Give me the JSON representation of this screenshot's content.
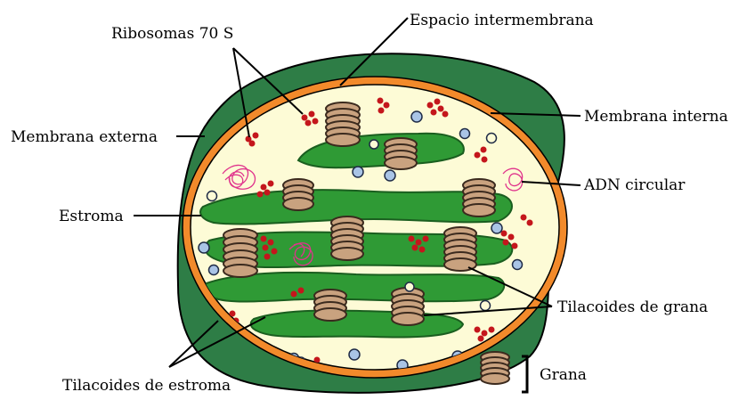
{
  "labels": {
    "ribosomas": "Ribosomas 70 S",
    "espacio_intermembrana": "Espacio intermembrana",
    "membrana_interna": "Membrana interna",
    "membrana_externa": "Membrana externa",
    "adn_circular": "ADN circular",
    "estroma": "Estroma",
    "tilacoides_grana": "Tilacoides de grana",
    "tilacoides_estroma": "Tilacoides de estroma",
    "grana_legend": "Grana"
  },
  "colors": {
    "outer_membrane": "#2e7d46",
    "intermembrane_orange": "#f28a2b",
    "stroma": "#fdfbd6",
    "thylakoid": "#2f9a35",
    "thylakoid_edge": "#1a5e1f",
    "granum_disc": "#c9a27f",
    "granum_edge": "#3b2a1e",
    "ribosome": "#c4161c",
    "dna": "#e0338c",
    "vesicle_blue": "#a9c4e6",
    "vesicle_yellow": "#fdfbd6"
  },
  "icons": {
    "ribosome": "ribosome-cluster-icon",
    "dna": "dna-circular-icon",
    "granum": "granum-stack-icon"
  }
}
